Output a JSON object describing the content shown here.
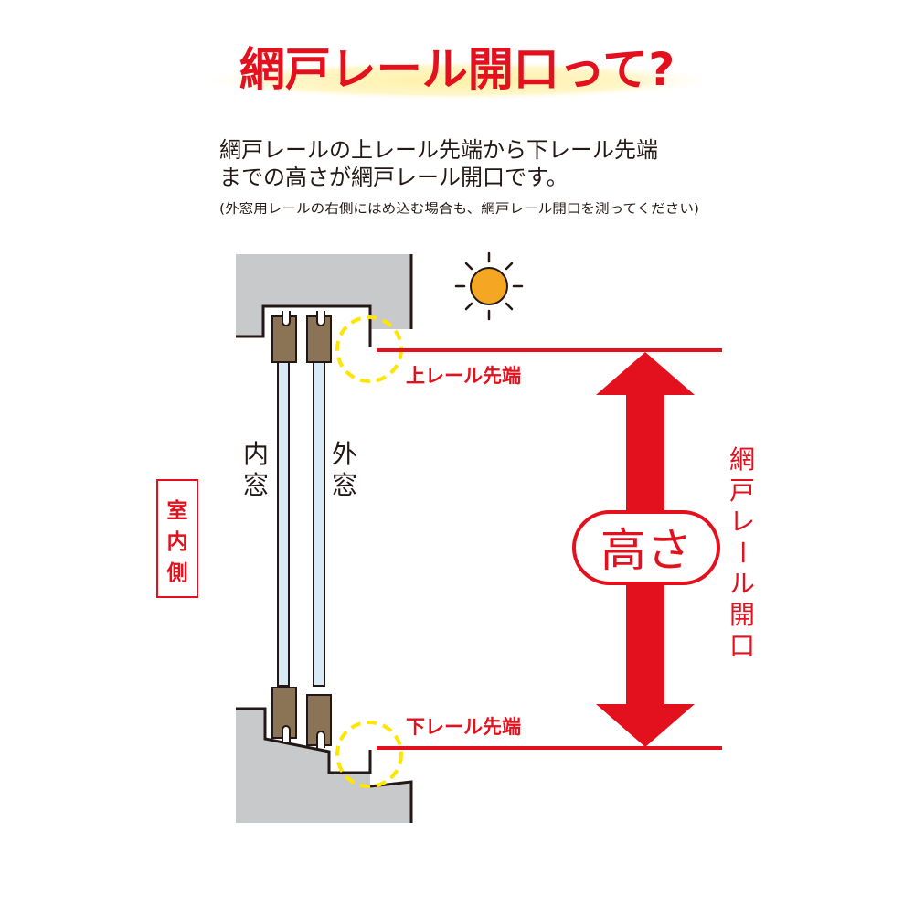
{
  "title": "網戸レール開口って?",
  "description_lines": [
    "網戸レールの上レール先端から下レール先端",
    "までの高さが網戸レール開口です。"
  ],
  "note": "(外窓用レールの右側にはめ込む場合も、網戸レール開口を測ってください)",
  "labels": {
    "inner_window": [
      "内",
      "窓"
    ],
    "outer_window": [
      "外",
      "窓"
    ],
    "indoor_side": [
      "室",
      "内",
      "側"
    ],
    "top_rail_tip": "上レール先端",
    "bottom_rail_tip": "下レール先端",
    "height": "高さ",
    "screen_rail_opening": [
      "網",
      "戸",
      "レ",
      "ー",
      "ル",
      "開",
      "口"
    ]
  },
  "icons": {
    "sun": "sun-icon"
  },
  "colors": {
    "accent_red": "#e3101e",
    "title_highlight": "#fff4b8",
    "wall_gray": "#c8c9ca",
    "glass_blue": "#d7eaf6",
    "sash_brown": "#8b7355",
    "sun_orange": "#f5a623",
    "marker_yellow": "#ffe600"
  }
}
